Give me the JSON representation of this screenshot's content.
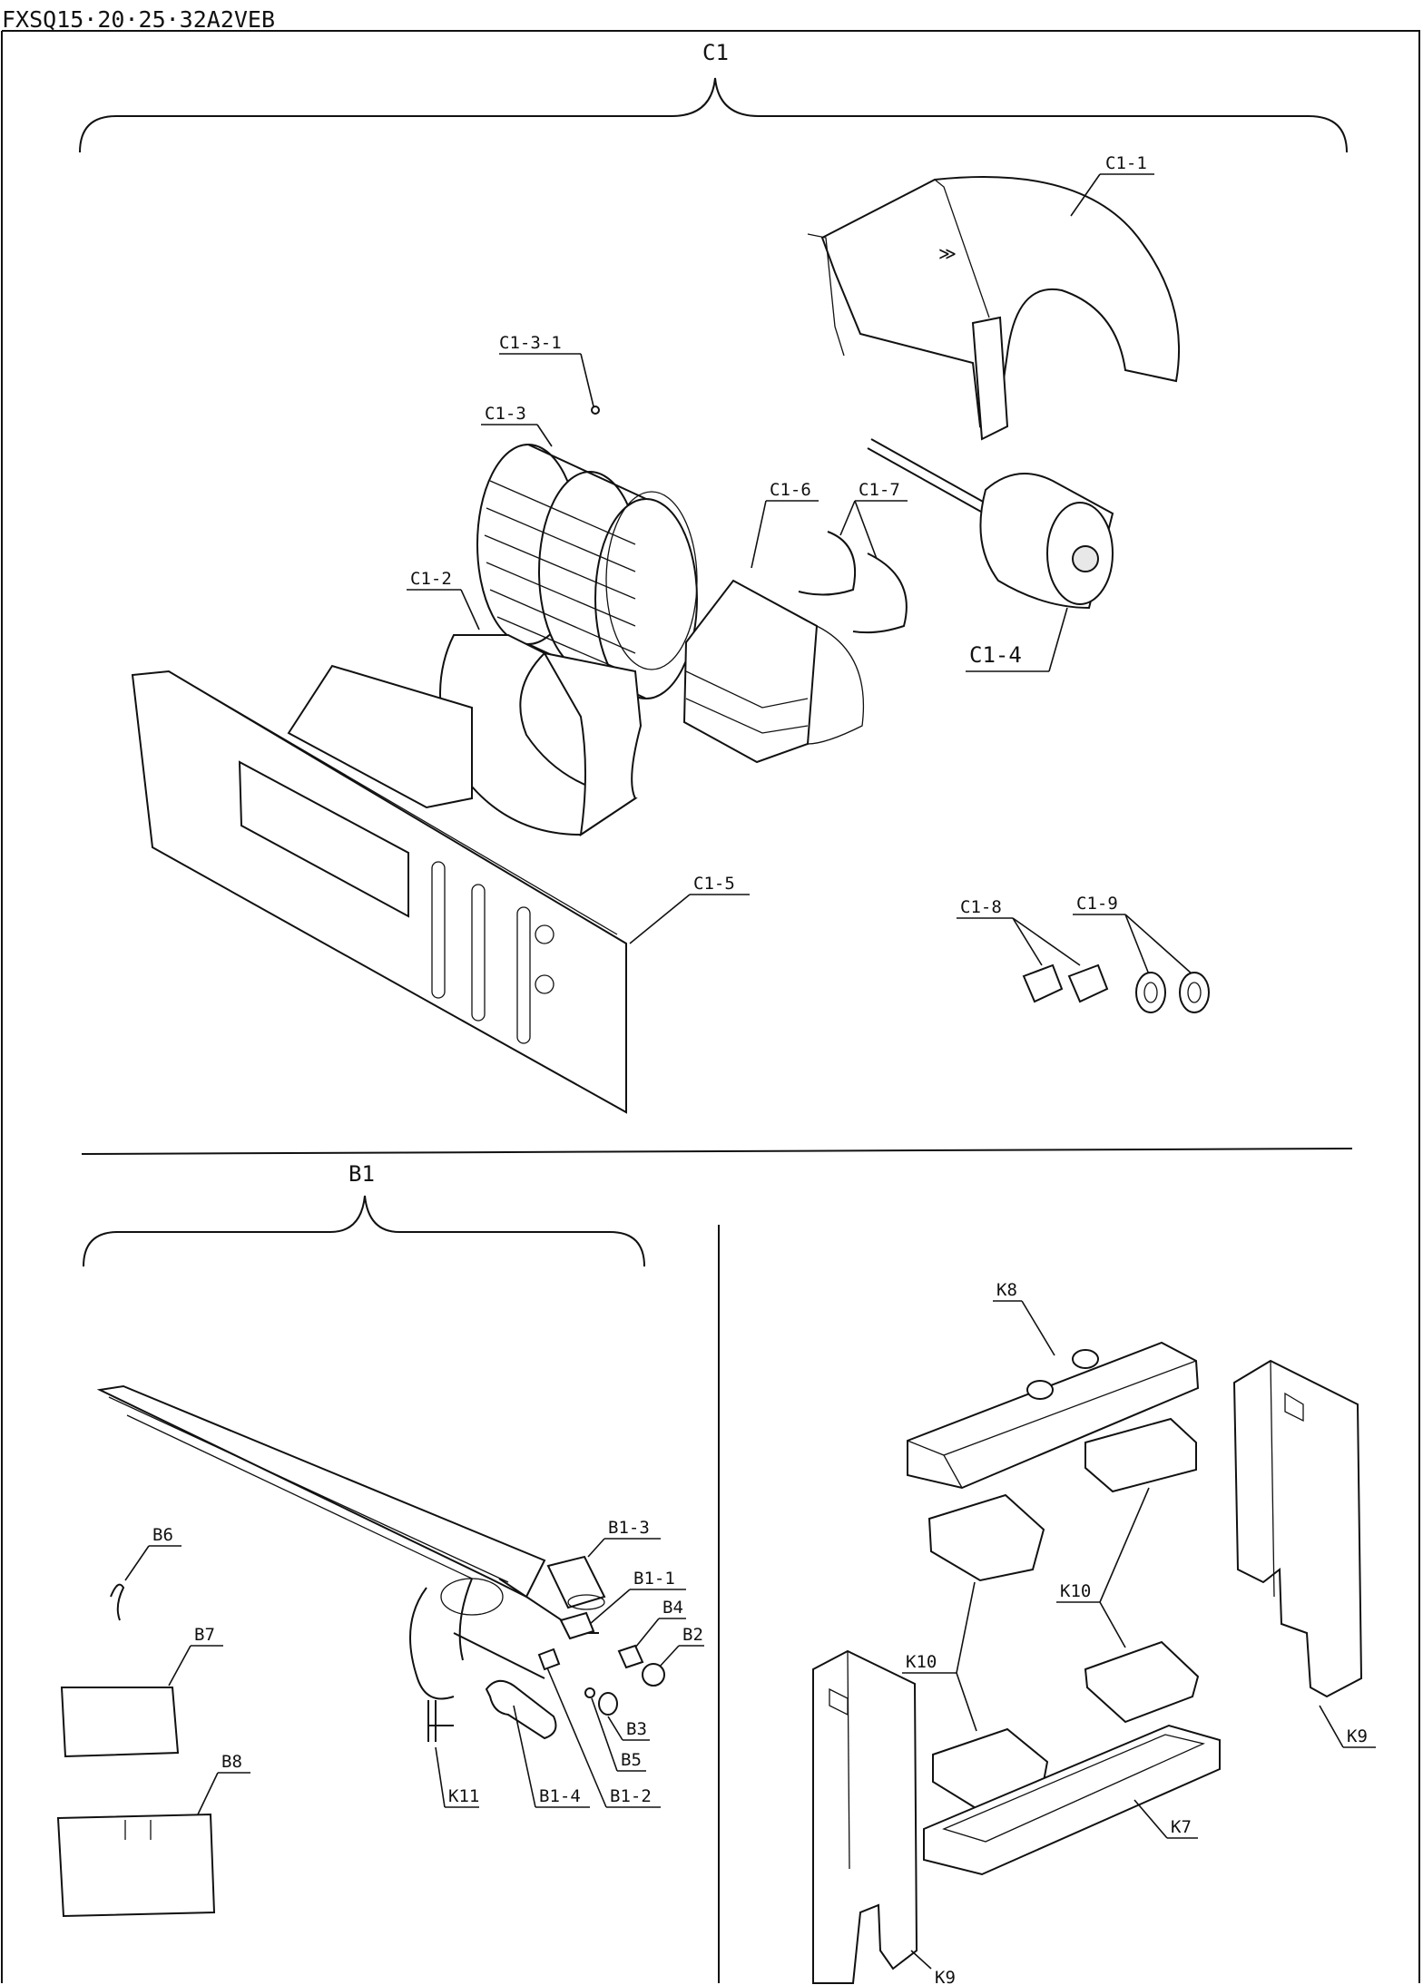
{
  "model": "FXSQ15·20·25·32A2VEB",
  "groups": {
    "c1": "C1",
    "b1": "B1"
  },
  "labels": {
    "c1_1": "C1-1",
    "c1_2": "C1-2",
    "c1_3": "C1-3",
    "c1_3_1": "C1-3-1",
    "c1_4": "C1-4",
    "c1_5": "C1-5",
    "c1_6": "C1-6",
    "c1_7": "C1-7",
    "c1_8": "C1-8",
    "c1_9": "C1-9",
    "b1_1": "B1-1",
    "b1_2": "B1-2",
    "b1_3": "B1-3",
    "b1_4": "B1-4",
    "b2": "B2",
    "b3": "B3",
    "b4": "B4",
    "b5": "B5",
    "b6": "B6",
    "b7": "B7",
    "b8": "B8",
    "k7": "K7",
    "k8": "K8",
    "k9_top": "K9",
    "k9_bottom": "K9",
    "k10_upper": "K10",
    "k10_lower": "K10",
    "k11": "K11"
  }
}
